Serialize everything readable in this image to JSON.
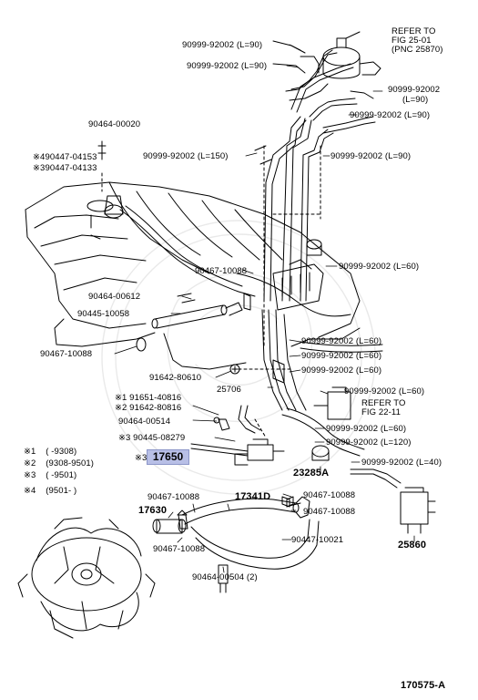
{
  "diagram_id": "170575-A",
  "highlighted_part": "17650",
  "refer_fig25": [
    "REFER TO",
    "FIG 25-01",
    "(PNC 25870)"
  ],
  "refer_fig22": [
    "REFER TO",
    "FIG 22-11"
  ],
  "labels": {
    "l1": "90999-92002 (L=90)",
    "l2": "90999-92002 (L=90)",
    "l3": "90999-92002",
    "l3b": "(L=90)",
    "l4": "90999-92002 (L=90)",
    "l5": "90464-00020",
    "l6": "※490447-04153",
    "l7": "※390447-04133",
    "l8": "90999-92002 (L=150)",
    "l9": "90999-92002 (L=90)",
    "l10": "90467-10088",
    "l11": "90999-92002 (L=60)",
    "l12": "90464-00612",
    "l13": "90445-10058",
    "l14": "90467-10088",
    "l15": "90999-92002 (L=60)",
    "l16": "90999-92002 (L=60)",
    "l17": "90999-92002 (L=60)",
    "l18": "91642-80610",
    "l19": "25706",
    "l20": "90999-92002 (L=60)",
    "l21": "※1 91651-40816",
    "l22": "※2 91642-80816",
    "l23": "90464-00514",
    "l24": "90999-92002 (L=60)",
    "l25": "※3 90445-08279",
    "l26": "90999-92002 (L=120)",
    "l27": "90999-92002 (L=40)",
    "l28": "23285A",
    "l29": "17341D",
    "l30": "90467-10088",
    "l31": "90467-10088",
    "l32": "17630",
    "l33": "90467-10088",
    "l34": "90467-10088",
    "l35": "90447-10021",
    "l36": "25860",
    "l37": "90464-00504 (2)",
    "l38": "※3"
  },
  "legend": [
    {
      "mark": "※1",
      "text": "(      -9308)"
    },
    {
      "mark": "※2",
      "text": "(9308-9501)"
    },
    {
      "mark": "※3",
      "text": "(      -9501)"
    },
    {
      "mark": "※4",
      "text": "(9501-        )"
    }
  ]
}
